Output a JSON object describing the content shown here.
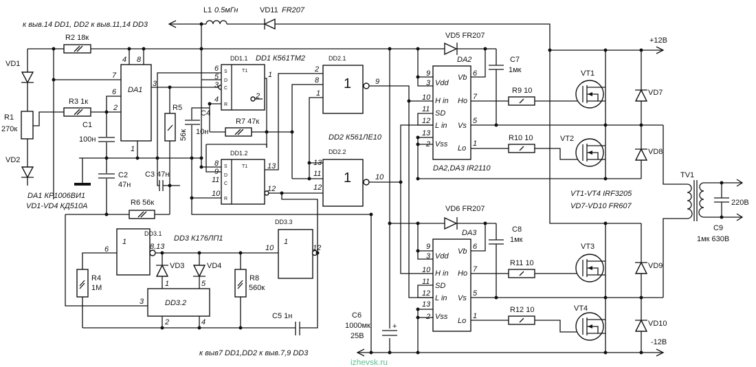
{
  "notes": {
    "top_feed": "к выв.14 DD1, DD2 к выв.11,14 DD3",
    "bottom_feed": "к выв7 DD1,DD2 к выв.7,9 DD3",
    "da1_vd": "DA1 КР1006ВИ1",
    "vd1_vd4": "VD1-VD4 КД510А",
    "dd1": "DD1 К561ТМ2",
    "dd2": "DD2 К561ЛЕ10",
    "dd3": "DD3 К176ЛП1",
    "da2_da3": "DA2,DA3 IR2110",
    "vt": "VT1-VT4 IRF3205",
    "vd7_10": "VD7-VD10 FR607",
    "plus12": "+12В",
    "minus12": "-12В",
    "out220": "220В",
    "watermark": "izhevsk.ru"
  },
  "parts": {
    "L1": {
      "name": "L1",
      "value": "0.5мГн"
    },
    "VD11": {
      "name": "VD11",
      "value": "FR207"
    },
    "VD5": {
      "name": "VD5",
      "value": "FR207"
    },
    "VD6": {
      "name": "VD6",
      "value": "FR207"
    },
    "R1": {
      "name": "R1",
      "value": "270к"
    },
    "R2": {
      "name": "R2",
      "value": "18к"
    },
    "R3": {
      "name": "R3",
      "value": "1к"
    },
    "R4": {
      "name": "R4",
      "value": "1M"
    },
    "R5": {
      "name": "R5",
      "value": "56к"
    },
    "R6": {
      "name": "R6",
      "value": "56к"
    },
    "R7": {
      "name": "R7",
      "value": "47к"
    },
    "R8": {
      "name": "R8",
      "value": "560к"
    },
    "R9": {
      "name": "R9",
      "value": "10"
    },
    "R10": {
      "name": "R10",
      "value": "10"
    },
    "R11": {
      "name": "R11",
      "value": "10"
    },
    "R12": {
      "name": "R12",
      "value": "10"
    },
    "C1": {
      "name": "C1",
      "value": "100н"
    },
    "C2": {
      "name": "C2",
      "value": "47н"
    },
    "C3": {
      "name": "C3",
      "value": "47н"
    },
    "C4": {
      "name": "C4",
      "value": "10н"
    },
    "C5": {
      "name": "C5",
      "value": "1н"
    },
    "C6": {
      "name": "C6",
      "value": "1000мк",
      "voltage": "25В"
    },
    "C7": {
      "name": "C7",
      "value": "1мк"
    },
    "C8": {
      "name": "C8",
      "value": "1мк"
    },
    "C9": {
      "name": "C9",
      "value": "1мк 630В"
    },
    "VD1": "VD1",
    "VD2": "VD2",
    "VD3": "VD3",
    "VD4": "VD4",
    "VD7": "VD7",
    "VD8": "VD8",
    "VD9": "VD9",
    "VD10": "VD10",
    "VT1": "VT1",
    "VT2": "VT2",
    "VT3": "VT3",
    "VT4": "VT4",
    "TV1": "TV1",
    "DA1": "DA1",
    "DA2": "DA2",
    "DA3": "DA3",
    "DD1_1": "DD1.1",
    "DD1_2": "DD1.2",
    "DD2_1": "DD2.1",
    "DD2_2": "DD2.2",
    "DD3_1": "DD3.1",
    "DD3_2": "DD3.2",
    "DD3_3": "DD3.3",
    "C6_plus": "+"
  },
  "symbols": {
    "or": "1",
    "trigger": "T1",
    "S": "S",
    "D": "D",
    "C": "C",
    "R": "R"
  },
  "ir2110_pins": [
    "Vdd",
    "H in",
    "SD",
    "L in",
    "Vss",
    "Vb",
    "Ho",
    "Vs",
    "Lo"
  ],
  "pins": {
    "DA1": [
      "4",
      "8",
      "7",
      "6",
      "2",
      "3",
      "1"
    ],
    "DD1_1": [
      "6",
      "5",
      "3",
      "4",
      "1",
      "2"
    ],
    "DD1_2": [
      "8",
      "9",
      "11",
      "10",
      "13",
      "12"
    ],
    "DD2_1": [
      "2",
      "8",
      "1",
      "9"
    ],
    "DD2_2": [
      "13",
      "11",
      "12",
      "10"
    ],
    "DA": [
      "9",
      "3",
      "10",
      "11",
      "12",
      "13",
      "2",
      "6",
      "7",
      "5",
      "1"
    ],
    "DD3_1": [
      "6",
      "8,13"
    ],
    "DD3_2": [
      "1",
      "5",
      "3",
      "2",
      "4"
    ],
    "DD3_3": [
      "10",
      "12"
    ]
  }
}
